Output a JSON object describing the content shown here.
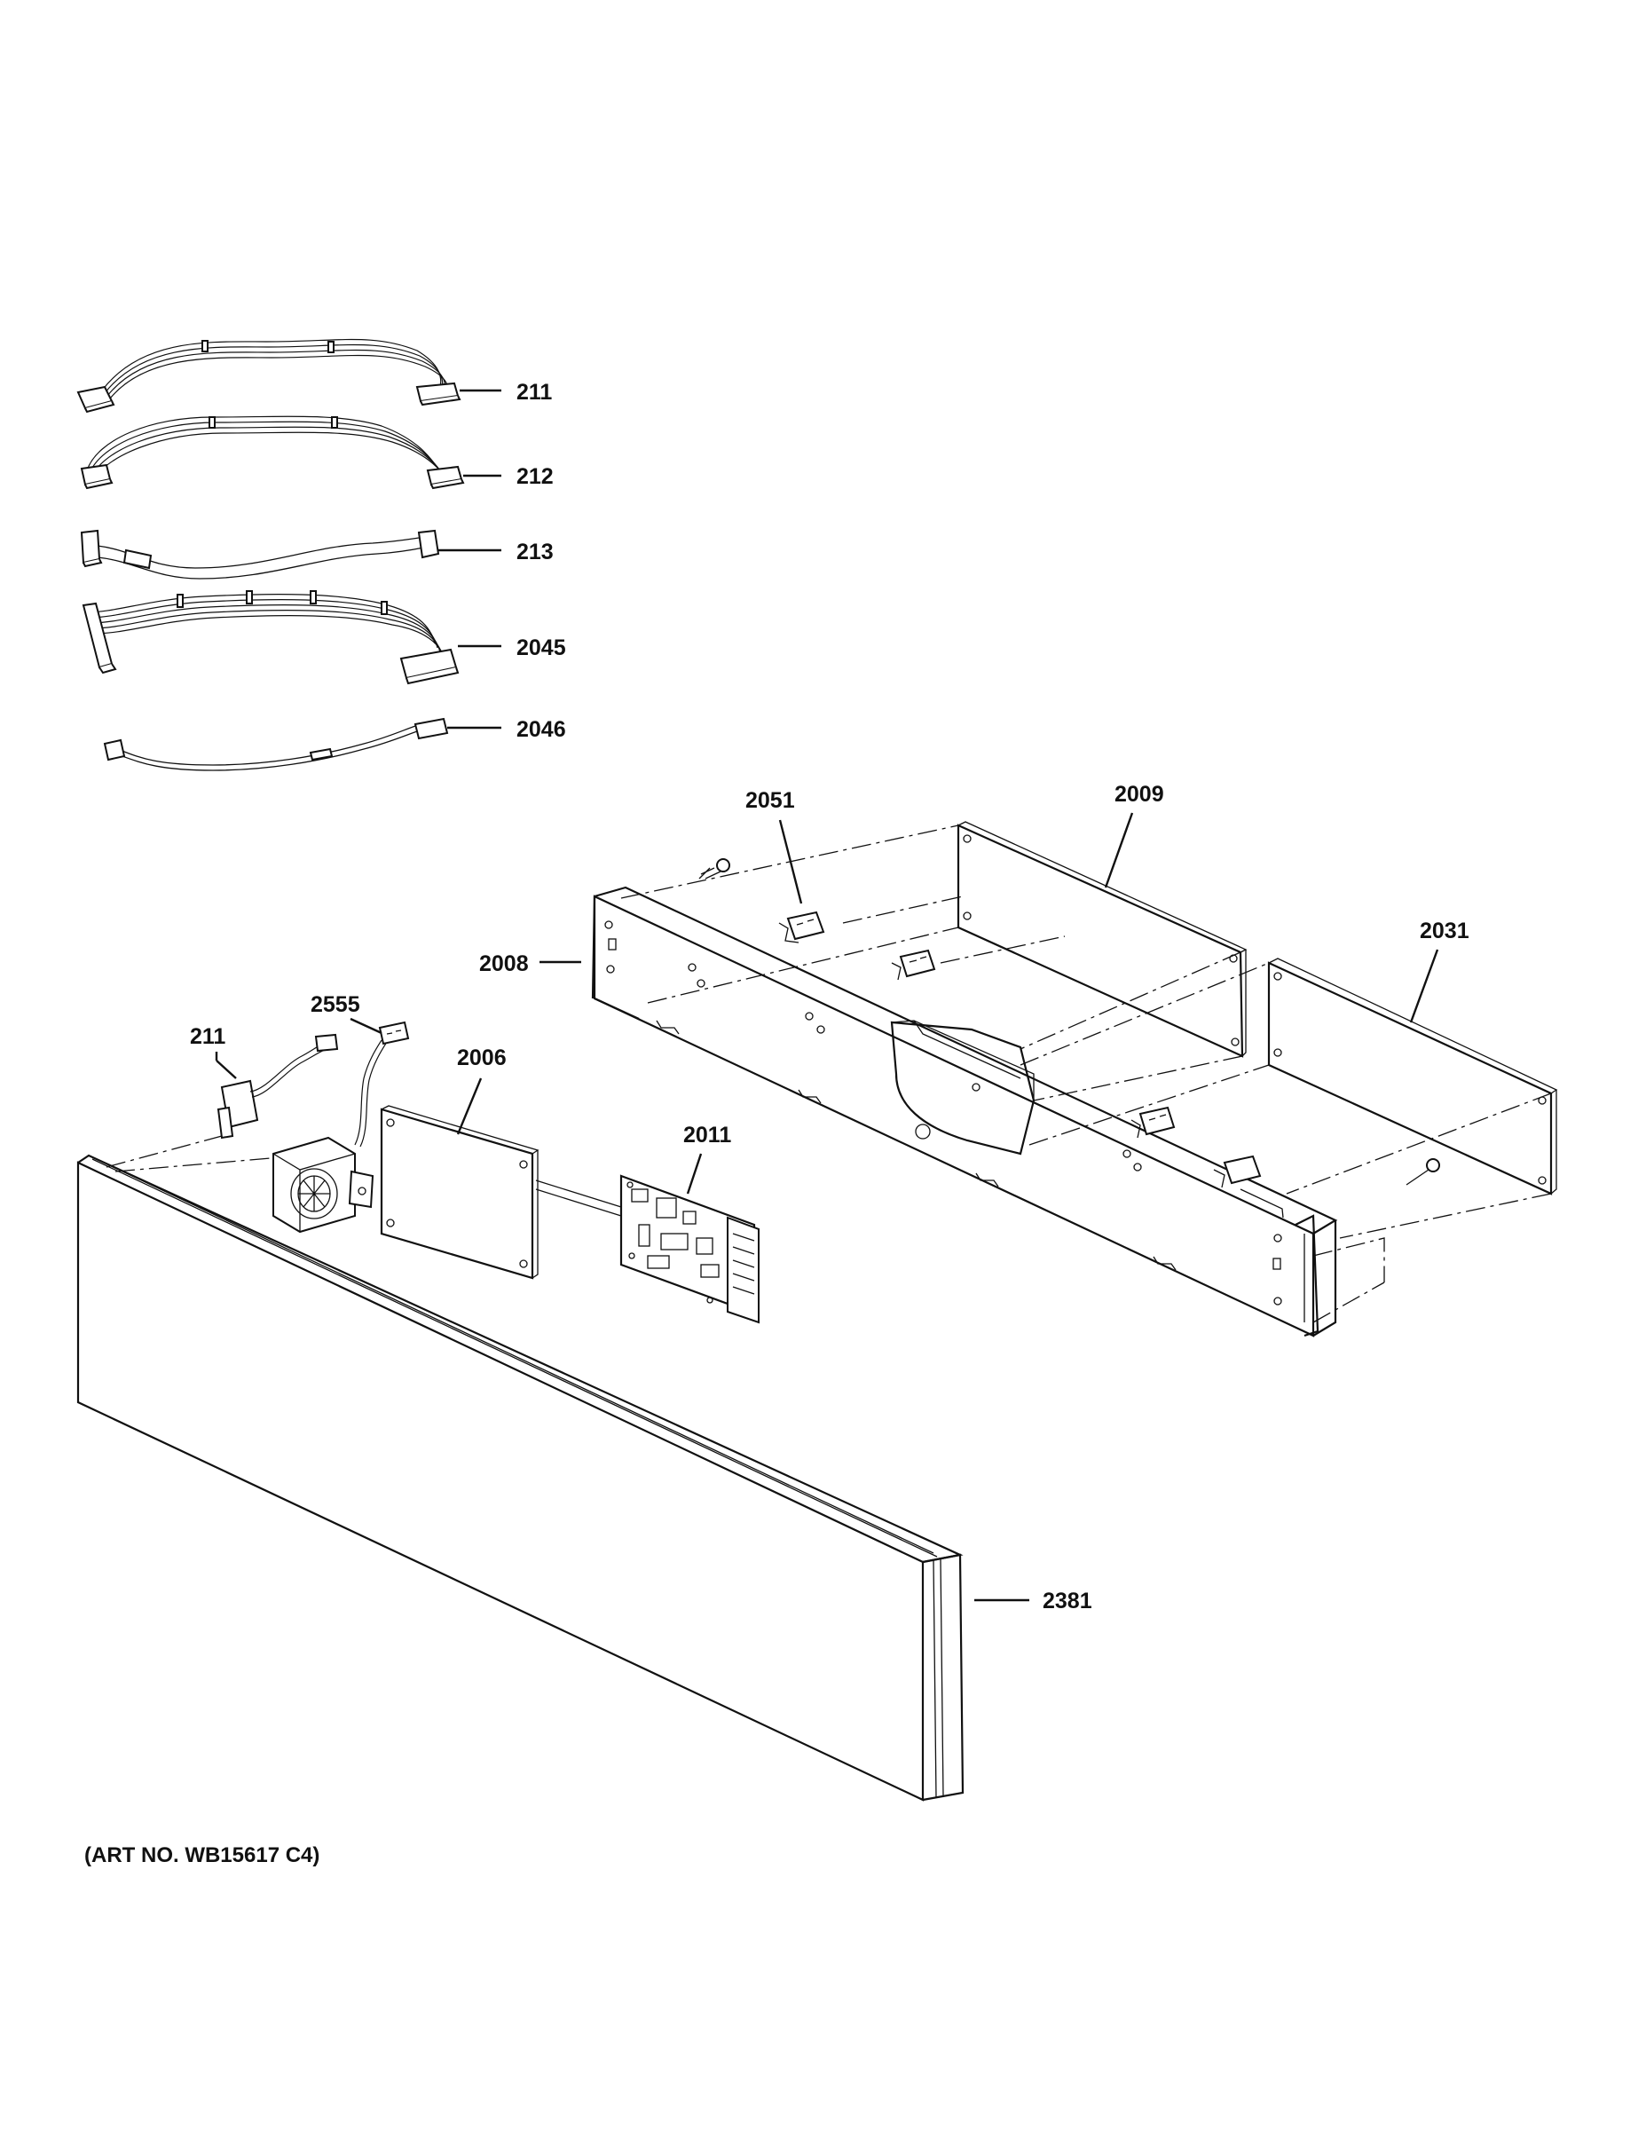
{
  "callouts": {
    "wh_211_top": "211",
    "wh_212": "212",
    "wh_213": "213",
    "wh_2045": "2045",
    "wh_2046": "2046",
    "p_2051": "2051",
    "p_2009": "2009",
    "p_2008": "2008",
    "p_2031": "2031",
    "p_2555": "2555",
    "p_211_lower": "211",
    "p_2006": "2006",
    "p_2011": "2011",
    "p_2381": "2381"
  },
  "art_number": "(ART NO. WB15617 C4)"
}
